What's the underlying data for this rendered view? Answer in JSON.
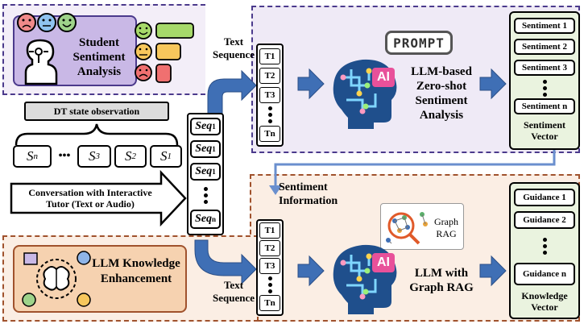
{
  "student_box": {
    "title": "Student Sentiment Analysis"
  },
  "dt_observation": {
    "label": "DT state observation",
    "states": [
      {
        "base": "S",
        "sub": "n"
      },
      {
        "base": "S",
        "sub": "3"
      },
      {
        "base": "S",
        "sub": "2"
      },
      {
        "base": "S",
        "sub": "1"
      }
    ],
    "ellipsis": "•••"
  },
  "conversation": {
    "label": "Conversation with Interactive Tutor (Text or Audio)"
  },
  "seq_column": {
    "items": [
      {
        "base": "Seq",
        "sub": "1"
      },
      {
        "base": "Seq",
        "sub": "1"
      },
      {
        "base": "Seq",
        "sub": "1"
      },
      {
        "base": "Seq",
        "sub": "n"
      }
    ]
  },
  "top_flow": {
    "text_sequence": "Text Sequence",
    "tokens": [
      "T1",
      "T2",
      "T3",
      "Tn"
    ],
    "prompt_label": "PROMPT",
    "ai_badge": "AI",
    "llm_label": "LLM-based Zero-shot Sentiment Analysis",
    "vector_items": [
      "Sentiment 1",
      "Sentiment 2",
      "Sentiment 3",
      "Sentiment n"
    ],
    "vector_label": "Sentiment Vector"
  },
  "sentiment_information": "Sentiment Information",
  "bottom_flow": {
    "text_sequence": "Text Sequence",
    "tokens": [
      "T1",
      "T2",
      "T3",
      "Tn"
    ],
    "graph_rag_label": "Graph RAG",
    "ai_badge": "AI",
    "llm_label": "LLM with Graph RAG",
    "vector_items": [
      "Guidance 1",
      "Guidance 2",
      "Guidance n"
    ],
    "vector_label": "Knowledge Vector"
  },
  "knowledge_box": {
    "title": "LLM Knowledge Enhancement"
  },
  "colors": {
    "purple_region": "#efeaf6",
    "purple_border": "#4b3a8c",
    "orange_region": "#fbeee4",
    "orange_border": "#a0522d",
    "arrow_blue": "#3f6fb5",
    "vector_green": "#eaf3df",
    "student_fill": "#c9b8e6",
    "knowledge_fill": "#f6d2b0"
  }
}
